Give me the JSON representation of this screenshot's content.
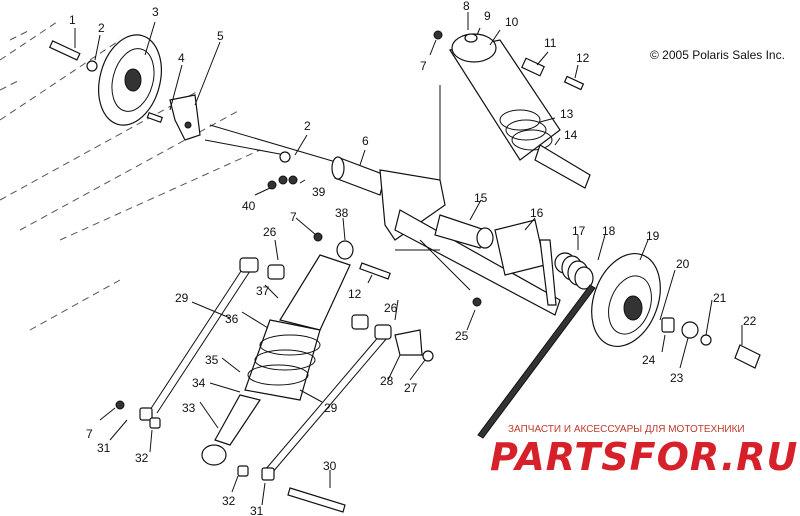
{
  "copyright": "© 2005 Polaris Sales Inc.",
  "watermark": {
    "tagline": "ЗАПЧАСТИ И АКСЕССУАРЫ ДЛЯ МОТОТЕХНИКИ",
    "brand": "PARTSFOR.RU",
    "tagline_color": "#c0392b",
    "brand_color": "#d6202a"
  },
  "callouts": {
    "c1": "1",
    "c2a": "2",
    "c2b": "2",
    "c3": "3",
    "c4": "4",
    "c5": "5",
    "c6": "6",
    "c7a": "7",
    "c7b": "7",
    "c7c": "7",
    "c8": "8",
    "c9": "9",
    "c10": "10",
    "c11": "11",
    "c12a": "12",
    "c12b": "12",
    "c13": "13",
    "c14": "14",
    "c15": "15",
    "c16": "16",
    "c17": "17",
    "c18": "18",
    "c19": "19",
    "c20": "20",
    "c21": "21",
    "c22": "22",
    "c23": "23",
    "c24": "24",
    "c25": "25",
    "c26a": "26",
    "c26b": "26",
    "c27": "27",
    "c28": "28",
    "c29a": "29",
    "c29b": "29",
    "c30": "30",
    "c31a": "31",
    "c31b": "31",
    "c32a": "32",
    "c32b": "32",
    "c33": "33",
    "c34": "34",
    "c35": "35",
    "c36": "36",
    "c37": "37",
    "c38": "38",
    "c39": "39",
    "c40": "40"
  }
}
